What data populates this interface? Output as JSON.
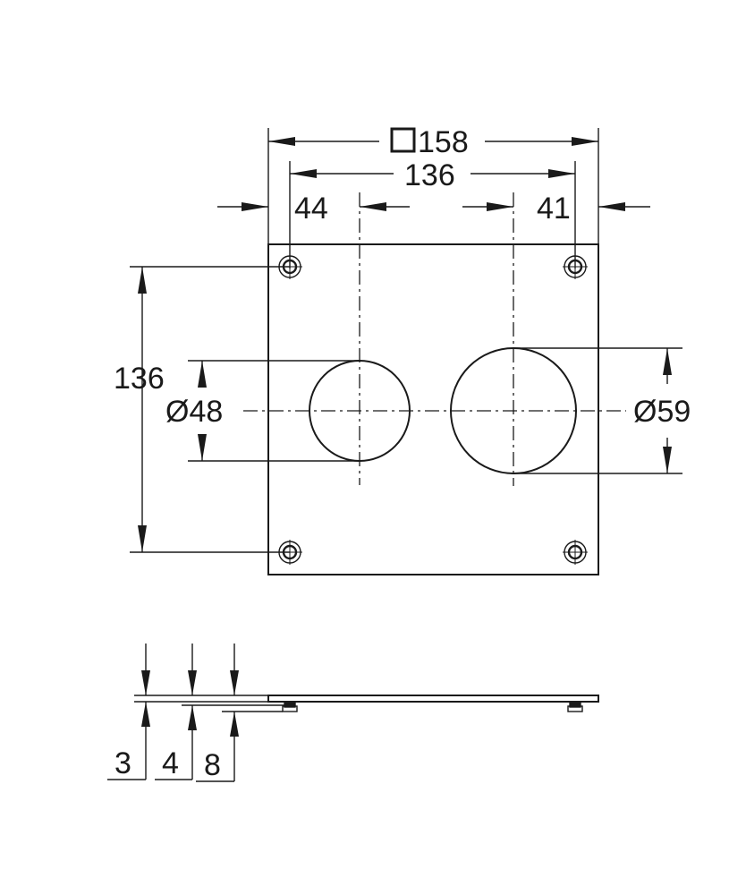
{
  "drawing": {
    "top_view": {
      "plate_size_label": "158",
      "hole_spacing_label": "136",
      "left_offset_label": "44",
      "right_offset_label": "41",
      "vertical_spacing_label": "136",
      "left_diameter_label": "Ø48",
      "right_diameter_label": "Ø59"
    },
    "side_view": {
      "dim_a_label": "3",
      "dim_b_label": "4",
      "dim_c_label": "8"
    }
  }
}
